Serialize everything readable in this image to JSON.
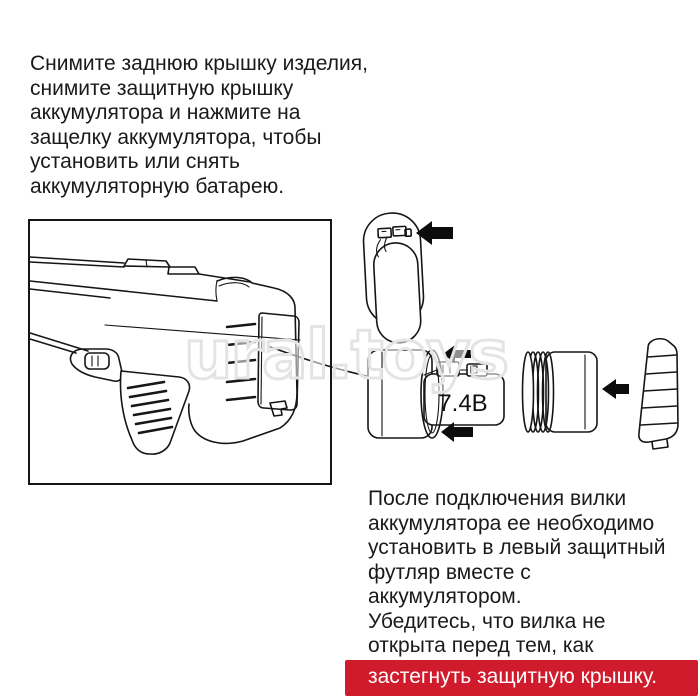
{
  "page": {
    "background": "#ffffff",
    "text_color": "#1a1a1a",
    "line_art_color": "#161616"
  },
  "instructions_top": {
    "lines": [
      "Снимите заднюю крышку изделия,",
      "снимите защитную крышку",
      "аккумулятора и нажмите на",
      "защелку аккумулятора, чтобы",
      "установить или снять",
      "аккумуляторную батарею."
    ]
  },
  "instructions_bottom": {
    "lines": [
      "После подключения вилки",
      "аккумулятора ее необходимо",
      "установить в левый защитный",
      "футляр вместе с",
      "аккумулятором.",
      "Убедитесь, что вилка не",
      "открыта перед тем, как"
    ],
    "highlight_line": "застегнуть защитную крышку.",
    "highlight_bg": "#cf1b2b",
    "highlight_text_color": "#ffffff"
  },
  "diagram": {
    "battery_label": "7.4В",
    "watermark": "ural.toys",
    "arrow_color": "#0c0c0c",
    "parts": [
      "gun-rear-view",
      "battery-compartment-cover",
      "battery-pack-7.4v",
      "protective-sleeve",
      "protective-rear-cap"
    ]
  }
}
